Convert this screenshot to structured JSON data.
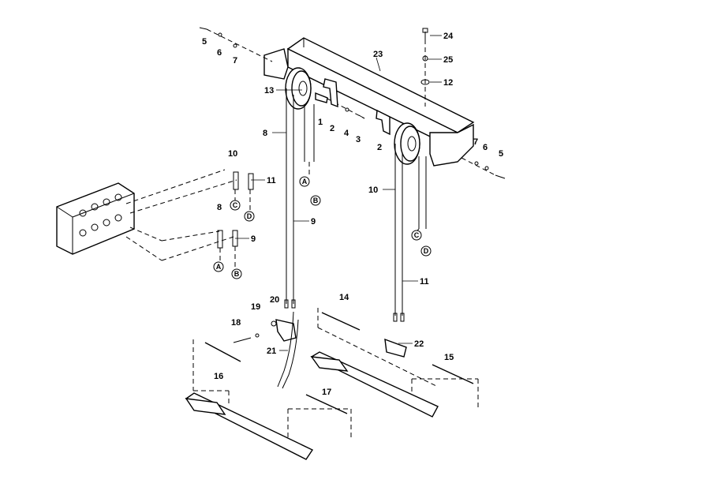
{
  "title": "Hydraulic hose pulley frame assembly – exploded parts diagram",
  "callouts": {
    "c5a": "5",
    "c6a": "6",
    "c7a": "7",
    "c23": "23",
    "c24": "24",
    "c25": "25",
    "c12": "12",
    "c13": "13",
    "c1": "1",
    "c2a": "2",
    "c4": "4",
    "c3": "3",
    "c2b": "2",
    "c7b": "7",
    "c6b": "6",
    "c5b": "5",
    "c8a": "8",
    "c10a": "10",
    "c11a": "11",
    "c8b": "8",
    "c9a": "9",
    "c9b": "9",
    "c10b": "10",
    "c11b": "11",
    "c20": "20",
    "c19": "19",
    "c18": "18",
    "c21": "21",
    "c14": "14",
    "c22": "22",
    "c15": "15",
    "c16": "16",
    "c17": "17"
  },
  "connectors": {
    "A1": "A",
    "B1": "B",
    "C1": "C",
    "D1": "D",
    "A2": "A",
    "B2": "B",
    "C2": "C",
    "D2": "D"
  }
}
